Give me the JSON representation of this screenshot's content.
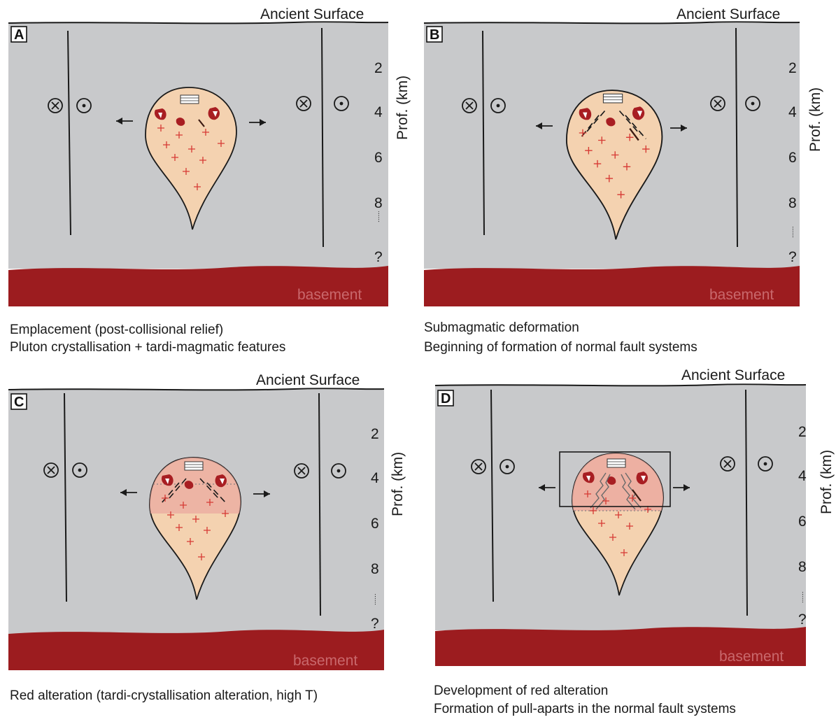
{
  "colors": {
    "rock": "#c8c9cb",
    "basement": "#9c1c1f",
    "basement_text": "#c9686c",
    "pluton": "#f4d2b0",
    "red_alteration": "#ebaaa0",
    "xenolith": "#a81e22",
    "plus": "#d63a34",
    "line": "#1a1a1a"
  },
  "icons": [
    "cross-in-circle-icon",
    "dot-in-circle-icon",
    "arrow-left-icon",
    "arrow-right-icon"
  ],
  "panels": [
    {
      "letter": "A",
      "surface_label": "Ancient Surface",
      "depth_ticks": [
        "2",
        "4",
        "6",
        "8",
        "......",
        "?"
      ],
      "depth_axis_label": "Prof. (km)",
      "basement_label": "basement",
      "caption_lines": [
        "Emplacement (post-collisional relief)",
        "Pluton crystallisation + tardi-magmatic features"
      ]
    },
    {
      "letter": "B",
      "surface_label": "Ancient Surface",
      "depth_ticks": [
        "2",
        "4",
        "6",
        "8",
        "......",
        "?"
      ],
      "depth_axis_label": "Prof. (km)",
      "basement_label": "basement",
      "caption_lines": [
        "Submagmatic deformation",
        "Beginning of formation of normal fault systems"
      ]
    },
    {
      "letter": "C",
      "surface_label": "Ancient Surface",
      "depth_ticks": [
        "2",
        "4",
        "6",
        "8",
        "......",
        "?"
      ],
      "depth_axis_label": "Prof. (km)",
      "basement_label": "basement",
      "caption_lines": [
        "Red alteration (tardi-crystallisation alteration, high T)"
      ]
    },
    {
      "letter": "D",
      "surface_label": "Ancient Surface",
      "depth_ticks": [
        "2",
        "4",
        "6",
        "8",
        "......",
        "?"
      ],
      "depth_axis_label": "Prof. (km)",
      "basement_label": "basement",
      "caption_lines": [
        "Development of red alteration",
        "Formation of pull-aparts in the normal fault systems"
      ]
    }
  ]
}
